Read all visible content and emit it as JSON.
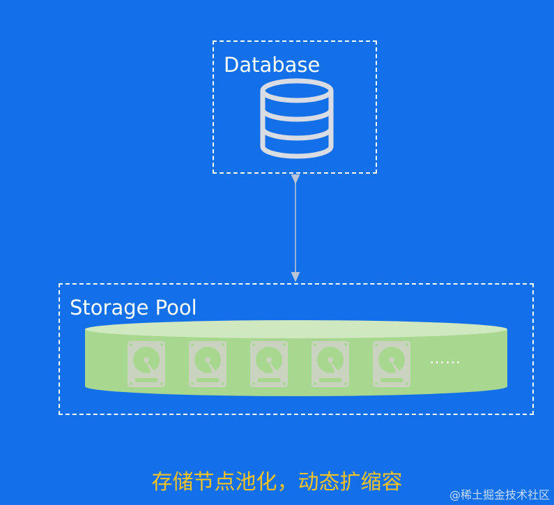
{
  "database": {
    "label": "Database",
    "icon": "database-icon"
  },
  "storage_pool": {
    "label": "Storage Pool",
    "drive_icon": "hard-drive-icon",
    "drive_count": 5,
    "more": "……"
  },
  "caption": "存储节点池化，动态扩缩容",
  "watermark": "@稀土掘金技术社区",
  "colors": {
    "background": "#1470e8",
    "pool_fill": "#a8d88f",
    "pool_top": "#cfe8c0",
    "drive_gray": "#c9d3c0",
    "caption": "#f2c227",
    "connector": "#b8c4d8"
  }
}
